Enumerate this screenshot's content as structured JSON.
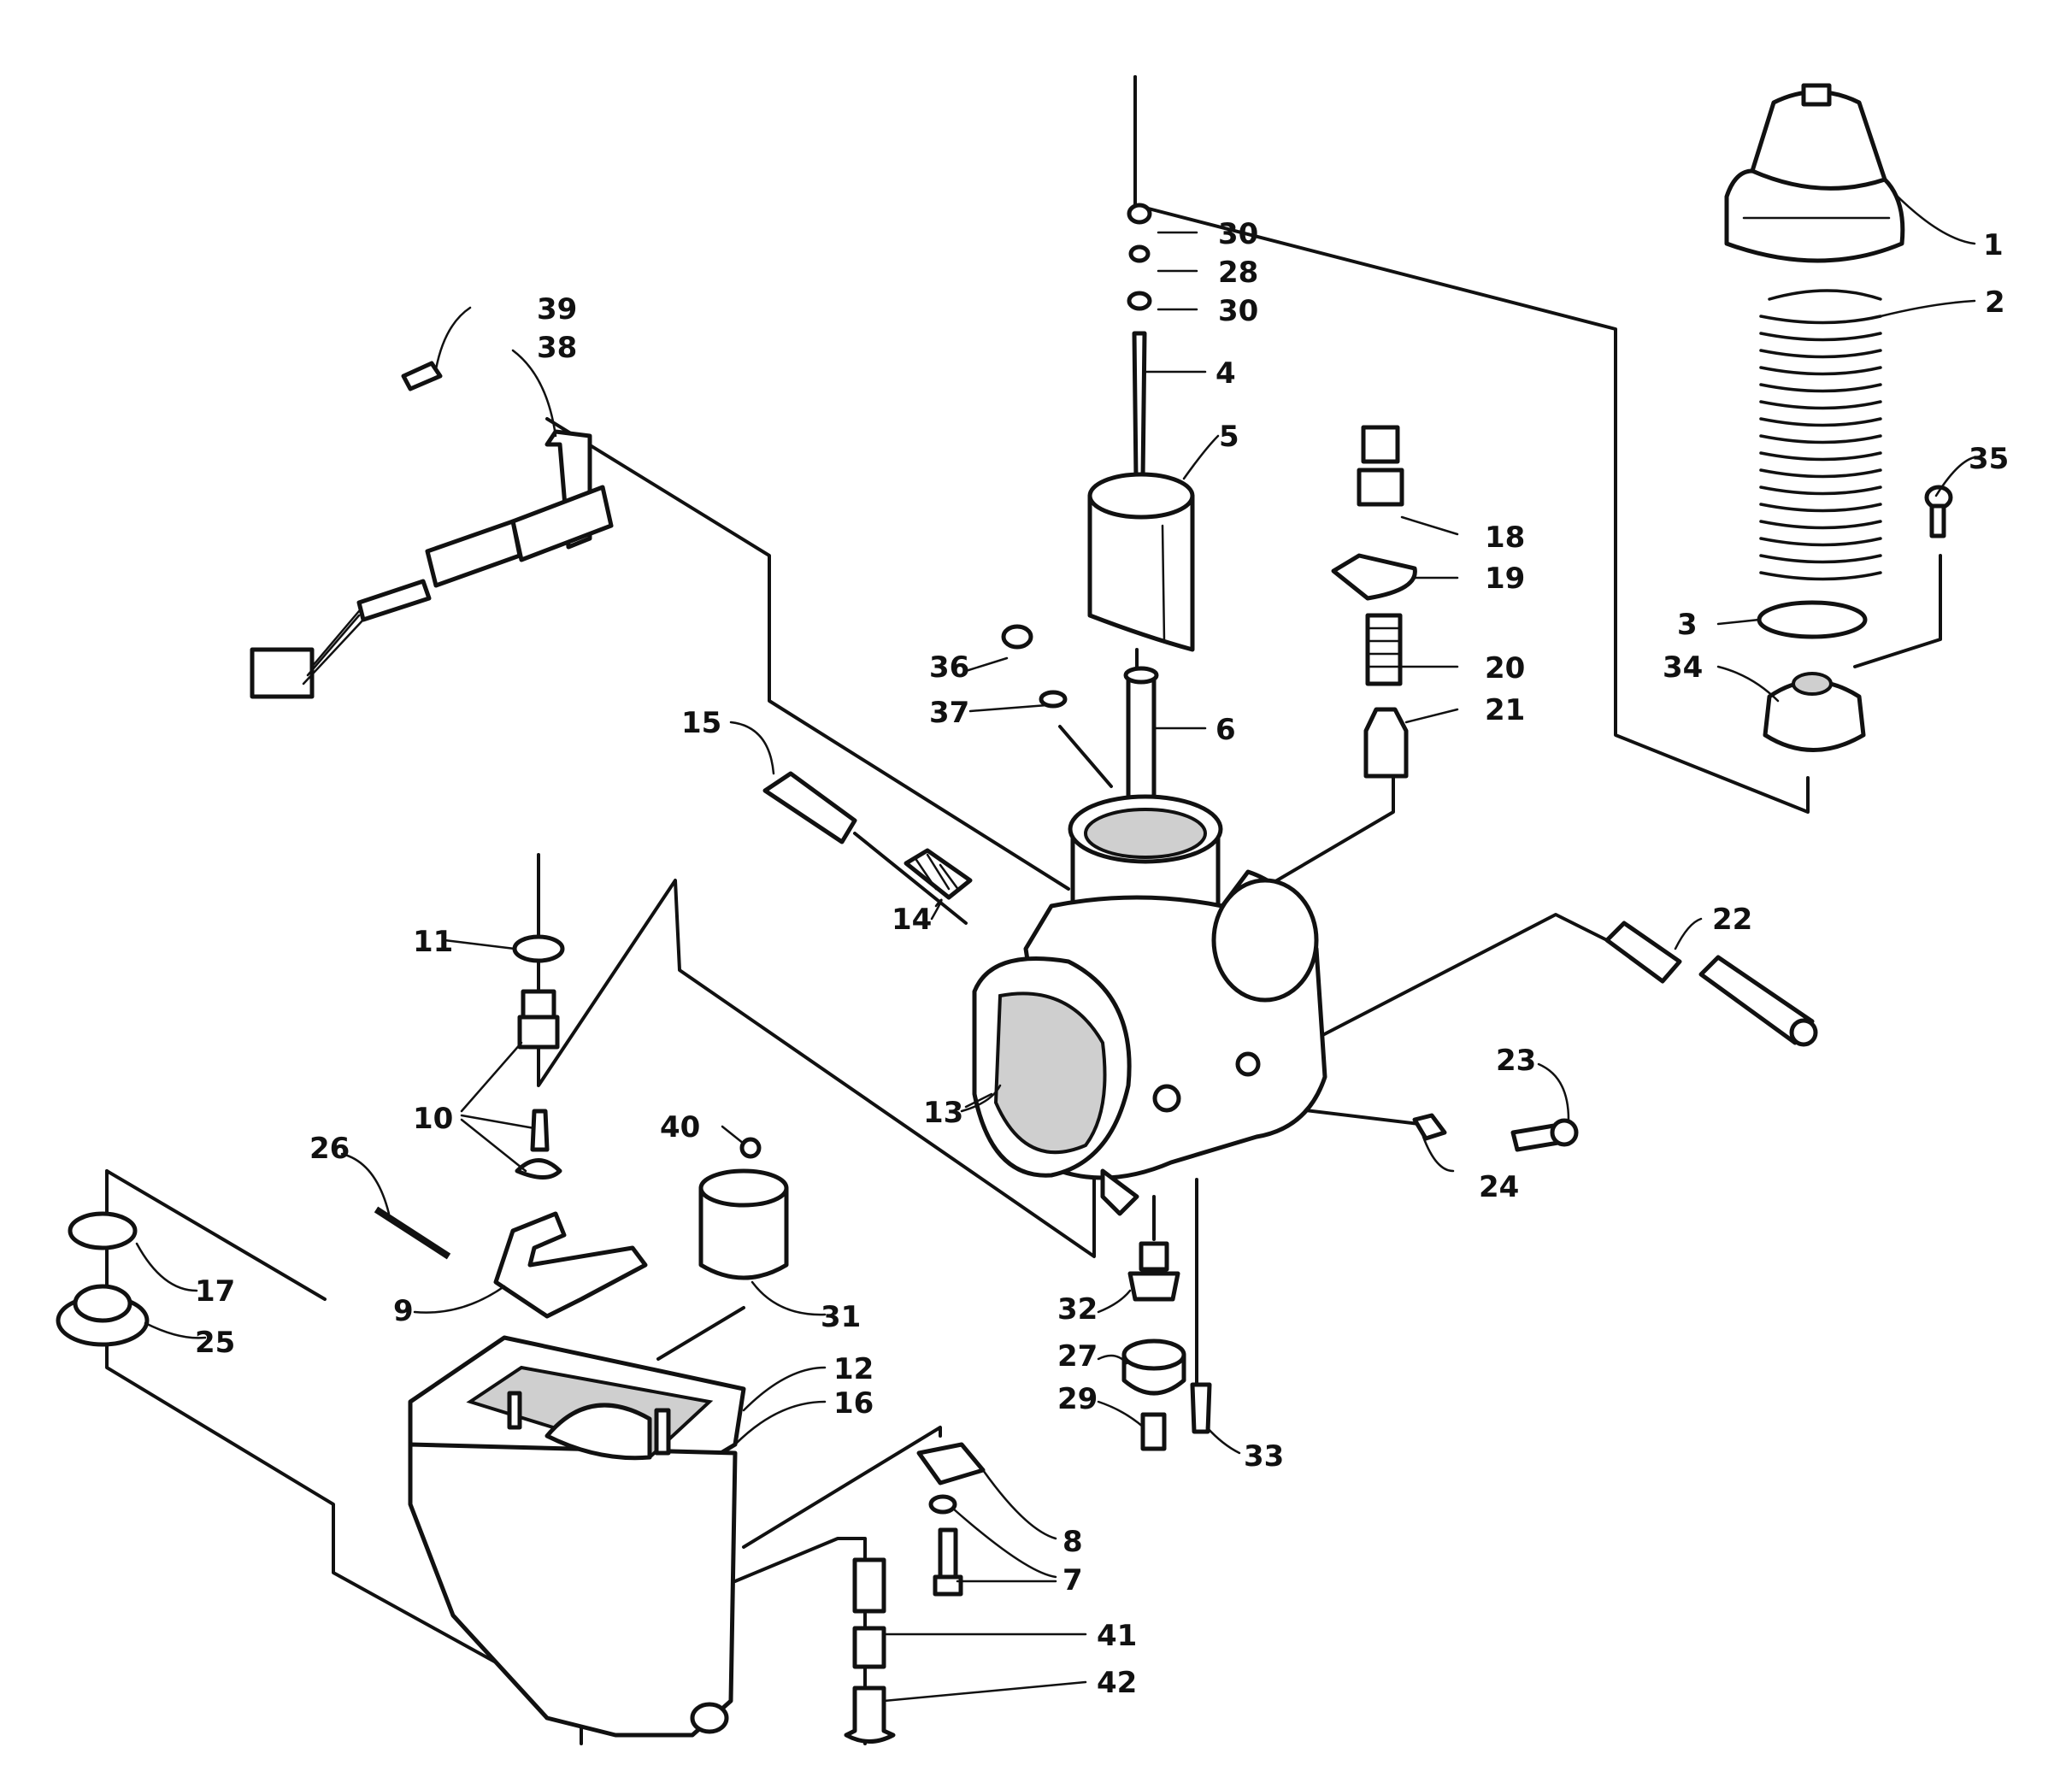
{
  "diagram": {
    "callouts": [
      {
        "id": "c1",
        "label": "1"
      },
      {
        "id": "c2",
        "label": "2"
      },
      {
        "id": "c3",
        "label": "3"
      },
      {
        "id": "c4",
        "label": "4"
      },
      {
        "id": "c5",
        "label": "5"
      },
      {
        "id": "c6",
        "label": "6"
      },
      {
        "id": "c7",
        "label": "7"
      },
      {
        "id": "c8",
        "label": "8"
      },
      {
        "id": "c9",
        "label": "9"
      },
      {
        "id": "c10",
        "label": "10"
      },
      {
        "id": "c11",
        "label": "11"
      },
      {
        "id": "c12",
        "label": "12"
      },
      {
        "id": "c13",
        "label": "13"
      },
      {
        "id": "c14",
        "label": "14"
      },
      {
        "id": "c15",
        "label": "15"
      },
      {
        "id": "c16",
        "label": "16"
      },
      {
        "id": "c17",
        "label": "17"
      },
      {
        "id": "c18",
        "label": "18"
      },
      {
        "id": "c19",
        "label": "19"
      },
      {
        "id": "c20",
        "label": "20"
      },
      {
        "id": "c21",
        "label": "21"
      },
      {
        "id": "c22",
        "label": "22"
      },
      {
        "id": "c23",
        "label": "23"
      },
      {
        "id": "c24",
        "label": "24"
      },
      {
        "id": "c25",
        "label": "25"
      },
      {
        "id": "c26",
        "label": "26"
      },
      {
        "id": "c27",
        "label": "27"
      },
      {
        "id": "c28",
        "label": "28"
      },
      {
        "id": "c29",
        "label": "29"
      },
      {
        "id": "c30a",
        "label": "30"
      },
      {
        "id": "c30b",
        "label": "30"
      },
      {
        "id": "c31",
        "label": "31"
      },
      {
        "id": "c32",
        "label": "32"
      },
      {
        "id": "c33",
        "label": "33"
      },
      {
        "id": "c34",
        "label": "34"
      },
      {
        "id": "c35",
        "label": "35"
      },
      {
        "id": "c36",
        "label": "36"
      },
      {
        "id": "c37",
        "label": "37"
      },
      {
        "id": "c38",
        "label": "38"
      },
      {
        "id": "c39",
        "label": "39"
      },
      {
        "id": "c40",
        "label": "40"
      },
      {
        "id": "c41",
        "label": "41"
      },
      {
        "id": "c42",
        "label": "42"
      }
    ]
  }
}
